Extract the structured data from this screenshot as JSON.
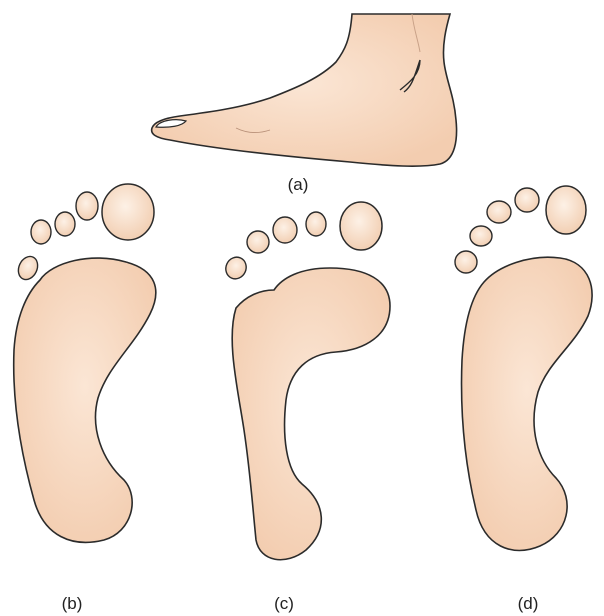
{
  "labels": {
    "a": "(a)",
    "b": "(b)",
    "c": "(c)",
    "d": "(d)"
  },
  "colors": {
    "skin": "#f5d3b8",
    "skin_light": "#fae3d0",
    "outline": "#2b2b2b",
    "nail": "#ffffff"
  }
}
